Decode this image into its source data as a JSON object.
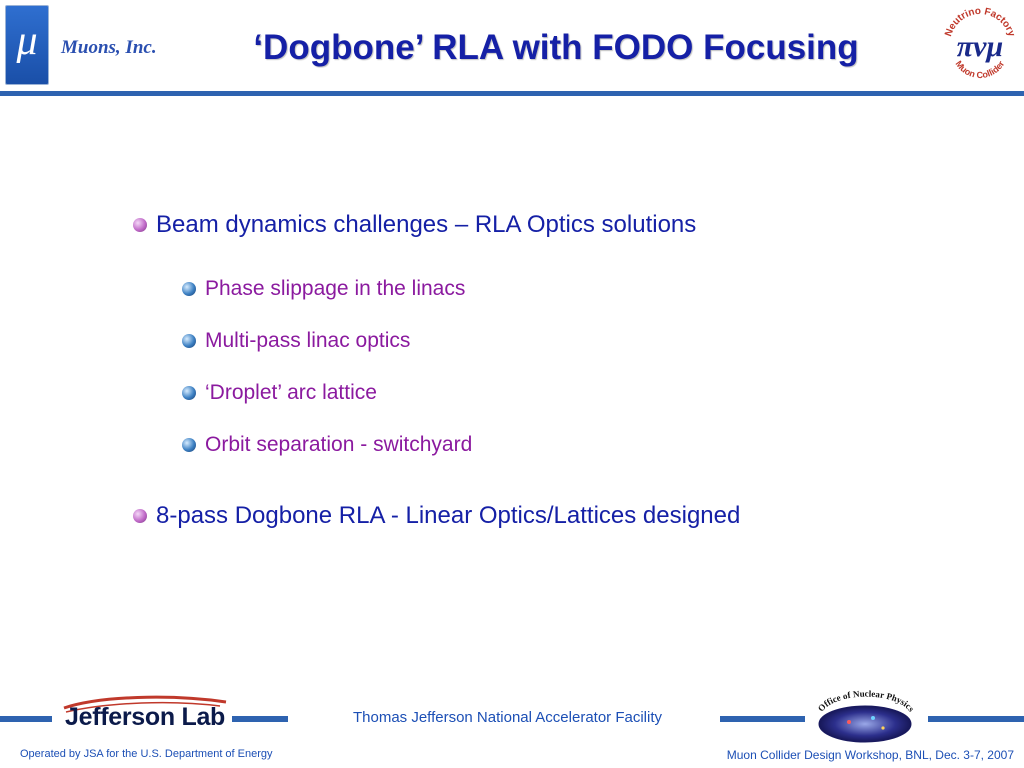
{
  "header": {
    "logo_symbol": "μ",
    "org_name": "Muons, Inc.",
    "title": "‘Dogbone’ RLA with FODO Focusing",
    "right_logo": {
      "top_text": "Neutrino Factory",
      "bottom_text": "Muon Collider",
      "symbols": "πνμ"
    }
  },
  "bullets": [
    {
      "text": "Beam dynamics challenges – RLA Optics solutions",
      "children": [
        "Phase slippage in the linacs",
        "Multi-pass linac optics",
        "‘Droplet’ arc lattice",
        "Orbit separation - switchyard"
      ]
    },
    {
      "text": "8-pass Dogbone RLA - Linear Optics/Lattices designed",
      "children": []
    }
  ],
  "footer": {
    "jlab_name": "Jefferson Lab",
    "center_text": "Thomas Jefferson National Accelerator Facility",
    "onp_logo_text": "Office of Nuclear Physics",
    "left_note": "Operated by JSA for the U.S. Department of Energy",
    "right_note": "Muon Collider Design Workshop, BNL, Dec. 3-7, 2007"
  },
  "colors": {
    "title": "#1520a6",
    "level1": "#1520a6",
    "level2": "#8b1a9f",
    "rule": "#2e63b0",
    "footer_text": "#1c4fb5"
  },
  "icons": [
    "mu-logo-icon",
    "neutrino-factory-logo-icon",
    "jefferson-lab-logo-icon",
    "office-of-nuclear-physics-logo-icon",
    "bullet-sphere-icon"
  ]
}
